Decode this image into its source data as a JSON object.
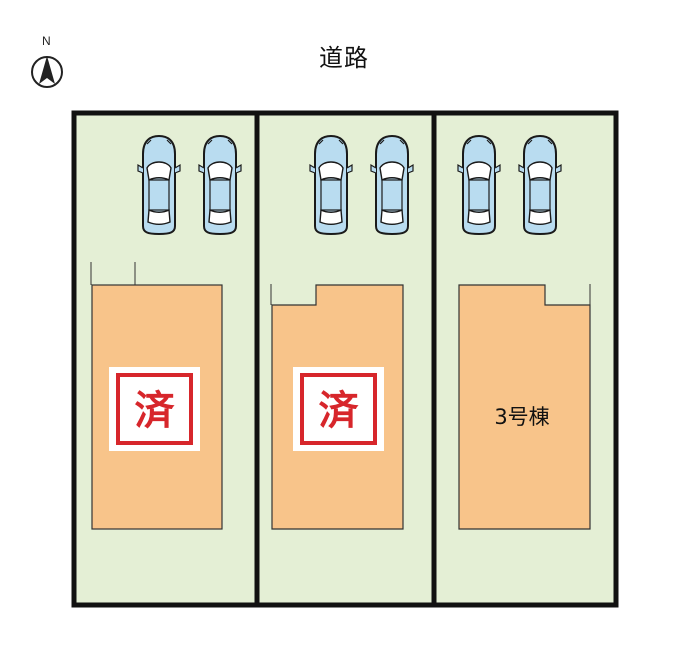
{
  "compass": {
    "label": "N",
    "icon": "north-arrow-icon"
  },
  "road": {
    "label": "道路"
  },
  "lots": [
    {
      "status": "済",
      "sold": true
    },
    {
      "status": "済",
      "sold": true
    },
    {
      "status": "3号棟",
      "sold": false
    }
  ],
  "colors": {
    "lot_fill": "#e4efd5",
    "house_fill": "#f8c48a",
    "border": "#111111",
    "stamp_red": "#d7262b",
    "car_blue": "#b9dcf0"
  }
}
